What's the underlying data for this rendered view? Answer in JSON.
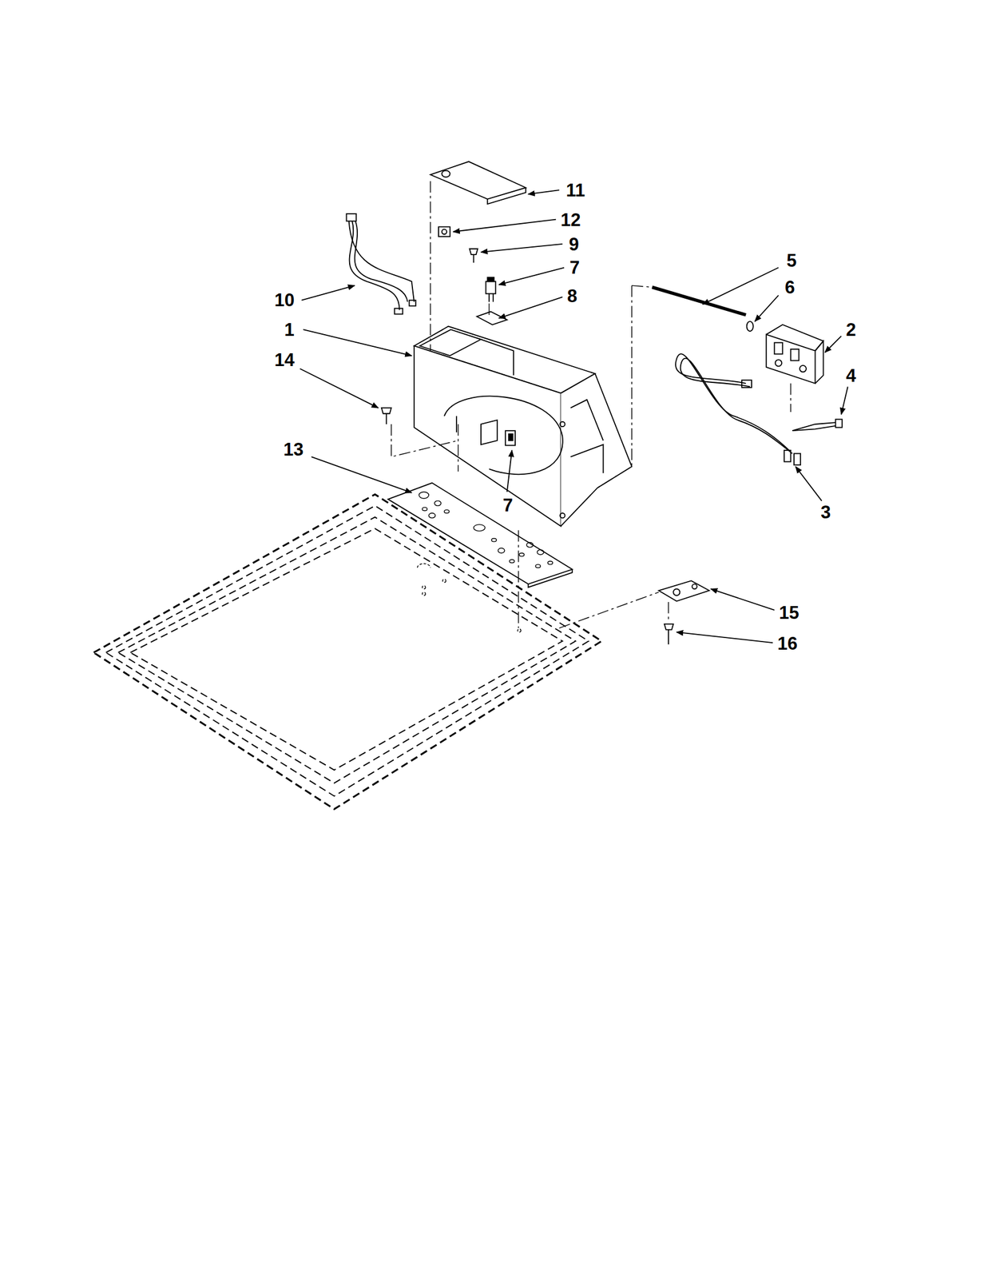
{
  "diagram": {
    "labels": [
      "11",
      "12",
      "9",
      "7",
      "8",
      "5",
      "6",
      "2",
      "10",
      "1",
      "14",
      "4",
      "7",
      "13",
      "3",
      "15",
      "16"
    ]
  }
}
